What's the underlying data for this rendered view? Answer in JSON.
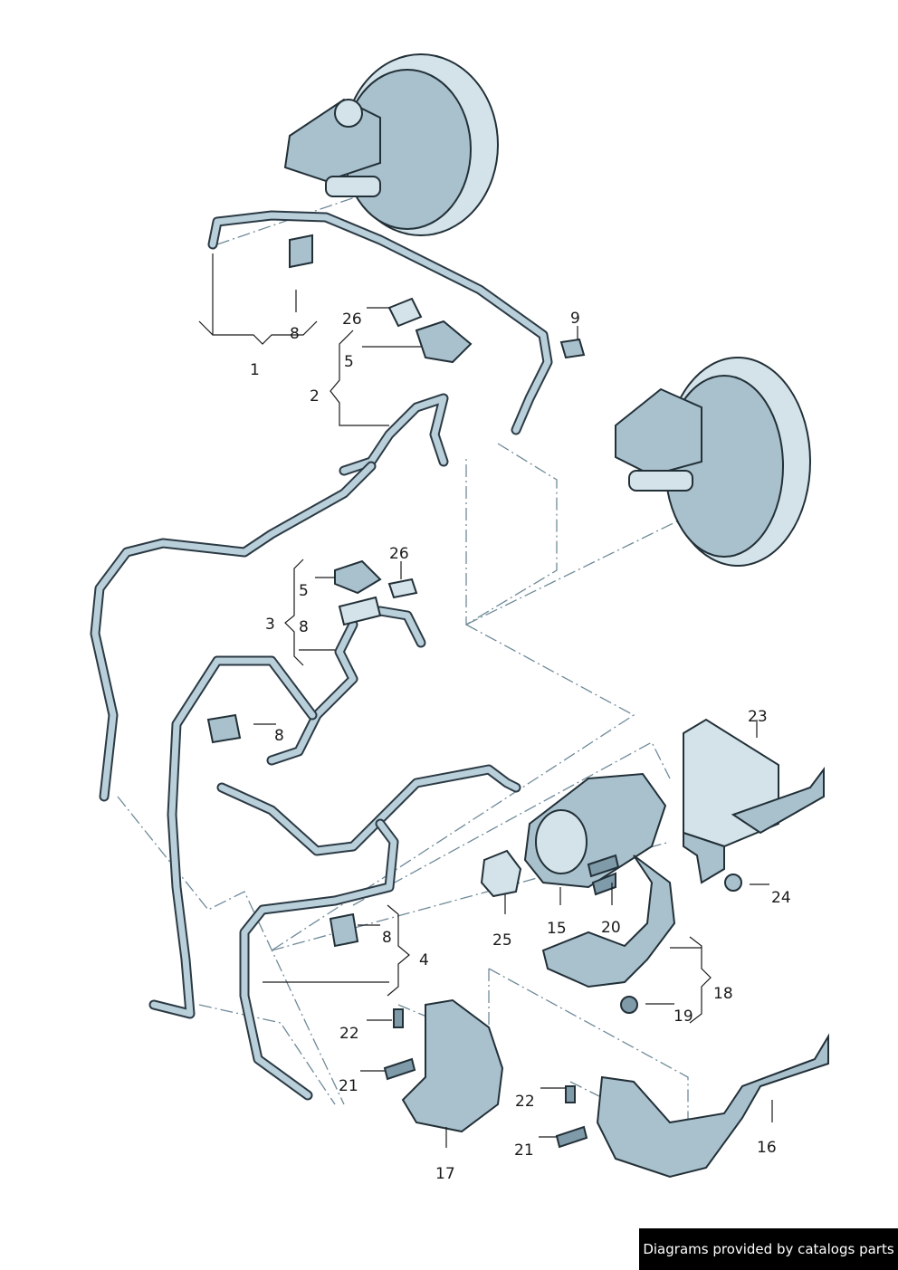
{
  "diagram": {
    "title": "Brake servo vacuum system exploded parts diagram",
    "colors": {
      "part_fill": "#a9c1cd",
      "part_highlight": "#d4e3ea",
      "outline": "#223038",
      "dash_line": "#6f8a99",
      "caption_bg": "#000000",
      "caption_text": "#ffffff"
    },
    "callouts": [
      {
        "id": "callout-1",
        "text": "1"
      },
      {
        "id": "callout-8a",
        "text": "8"
      },
      {
        "id": "callout-26a",
        "text": "26"
      },
      {
        "id": "callout-5a",
        "text": "5"
      },
      {
        "id": "callout-2",
        "text": "2"
      },
      {
        "id": "callout-9",
        "text": "9"
      },
      {
        "id": "callout-26b",
        "text": "26"
      },
      {
        "id": "callout-5b",
        "text": "5"
      },
      {
        "id": "callout-3",
        "text": "3"
      },
      {
        "id": "callout-8b",
        "text": "8"
      },
      {
        "id": "callout-8c",
        "text": "8"
      },
      {
        "id": "callout-23",
        "text": "23"
      },
      {
        "id": "callout-24",
        "text": "24"
      },
      {
        "id": "callout-25",
        "text": "25"
      },
      {
        "id": "callout-15",
        "text": "15"
      },
      {
        "id": "callout-20",
        "text": "20"
      },
      {
        "id": "callout-8d",
        "text": "8"
      },
      {
        "id": "callout-4",
        "text": "4"
      },
      {
        "id": "callout-18",
        "text": "18"
      },
      {
        "id": "callout-19",
        "text": "19"
      },
      {
        "id": "callout-22a",
        "text": "22"
      },
      {
        "id": "callout-21a",
        "text": "21"
      },
      {
        "id": "callout-22b",
        "text": "22"
      },
      {
        "id": "callout-21b",
        "text": "21"
      },
      {
        "id": "callout-16",
        "text": "16"
      },
      {
        "id": "callout-17",
        "text": "17"
      }
    ]
  },
  "caption": {
    "text": "Diagrams provided by catalogs parts"
  }
}
